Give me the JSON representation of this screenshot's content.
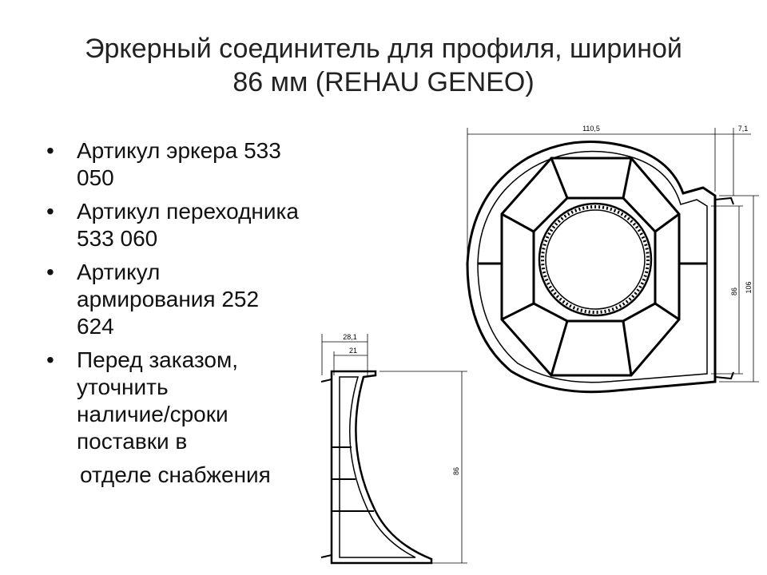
{
  "slide": {
    "title_line1": "Эркерный соединитель для профиля, шириной",
    "title_line2": "86 мм (REHAU GENEO)",
    "bullets": [
      {
        "line1": "Артикул эркера 533",
        "line2": "050"
      },
      {
        "line1": "Артикул переходника",
        "line2": "533 060"
      },
      {
        "line1": "Артикул",
        "line2": "армирования 252",
        "line3": "624"
      },
      {
        "line1": "Перед заказом,",
        "line2": "уточнить",
        "line3": "наличие/сроки",
        "line4": "поставки в"
      }
    ],
    "bullet_tail": "отделе снабжения"
  },
  "drawings": {
    "top": {
      "dim_width": "110,5",
      "dim_small": "7,1",
      "dim_inner_h": "86",
      "dim_outer_h": "106"
    },
    "bottom": {
      "dim_outer_w": "28,1",
      "dim_inner_w": "21",
      "dim_h": "86"
    }
  },
  "colors": {
    "line": "#000000",
    "fill": "#ffffff"
  }
}
